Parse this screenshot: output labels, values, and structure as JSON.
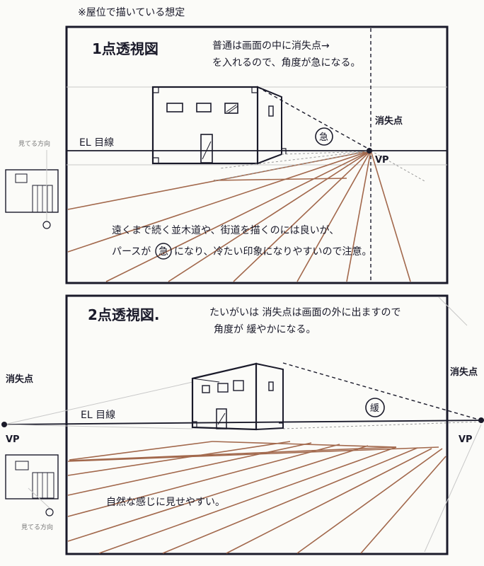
{
  "header_note": "※屋位で描いている想定",
  "panel1": {
    "title": "1点透視図",
    "note_line1": "普通は画面の中に消失点→",
    "note_line2": "を入れるので、角度が急になる。",
    "el_label": "EL 目線",
    "vp_label": "消失点",
    "vp_tag": "VP",
    "circle_char": "急",
    "body_line1": "遠くまで続く並木道や、街道を描くのには良いが、",
    "body_line2_a": "パースが",
    "body_line2_circle": "急",
    "body_line2_b": "になり、冷たい印象になりやすいので注意。",
    "thumb_label": "見てる方向"
  },
  "panel2": {
    "title": "2点透視図.",
    "note_line1": "たいがいは 消失点は画面の外に出ますので",
    "note_line2": "角度が 緩やかになる。",
    "el_label": "EL 目線",
    "vp_left_label": "消失点",
    "vp_left_tag": "VP",
    "vp_right_label": "消失点",
    "vp_right_tag": "VP",
    "circle_char": "緩",
    "body_line1": "自然な感じに見せやすい。",
    "thumb_label": "見てる方向"
  }
}
